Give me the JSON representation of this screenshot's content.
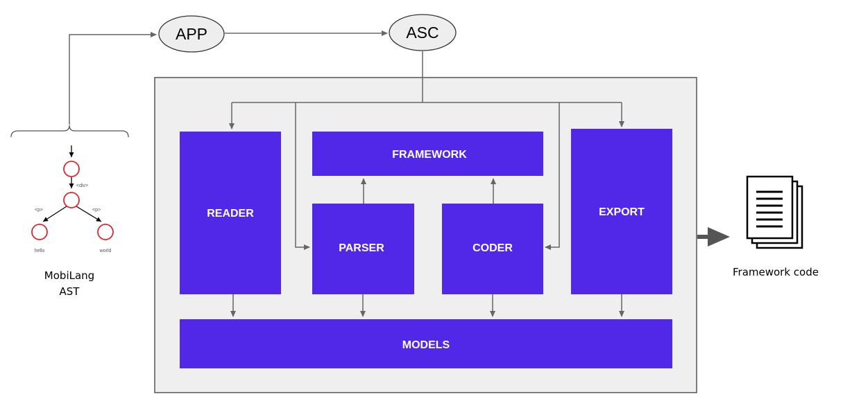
{
  "nodes": {
    "app": "APP",
    "asc": "ASC",
    "reader": "READER",
    "framework": "FRAMEWORK",
    "parser": "PARSER",
    "coder": "CODER",
    "export": "EXPORT",
    "models": "MODELS"
  },
  "ast": {
    "caption_line1": "MobiLang",
    "caption_line2": "AST",
    "tag_div": "<div>",
    "tag_p_left": "<p>",
    "tag_p_right": "<p>",
    "leaf_left": "hello",
    "leaf_right": "world"
  },
  "output": {
    "caption": "Framework code"
  },
  "colors": {
    "box_fill": "#5128e8",
    "container_fill": "#efefef",
    "container_stroke": "#555555",
    "ellipse_fill": "#eeeeee",
    "arrow": "#666666",
    "ast_node": "#e0262b"
  }
}
